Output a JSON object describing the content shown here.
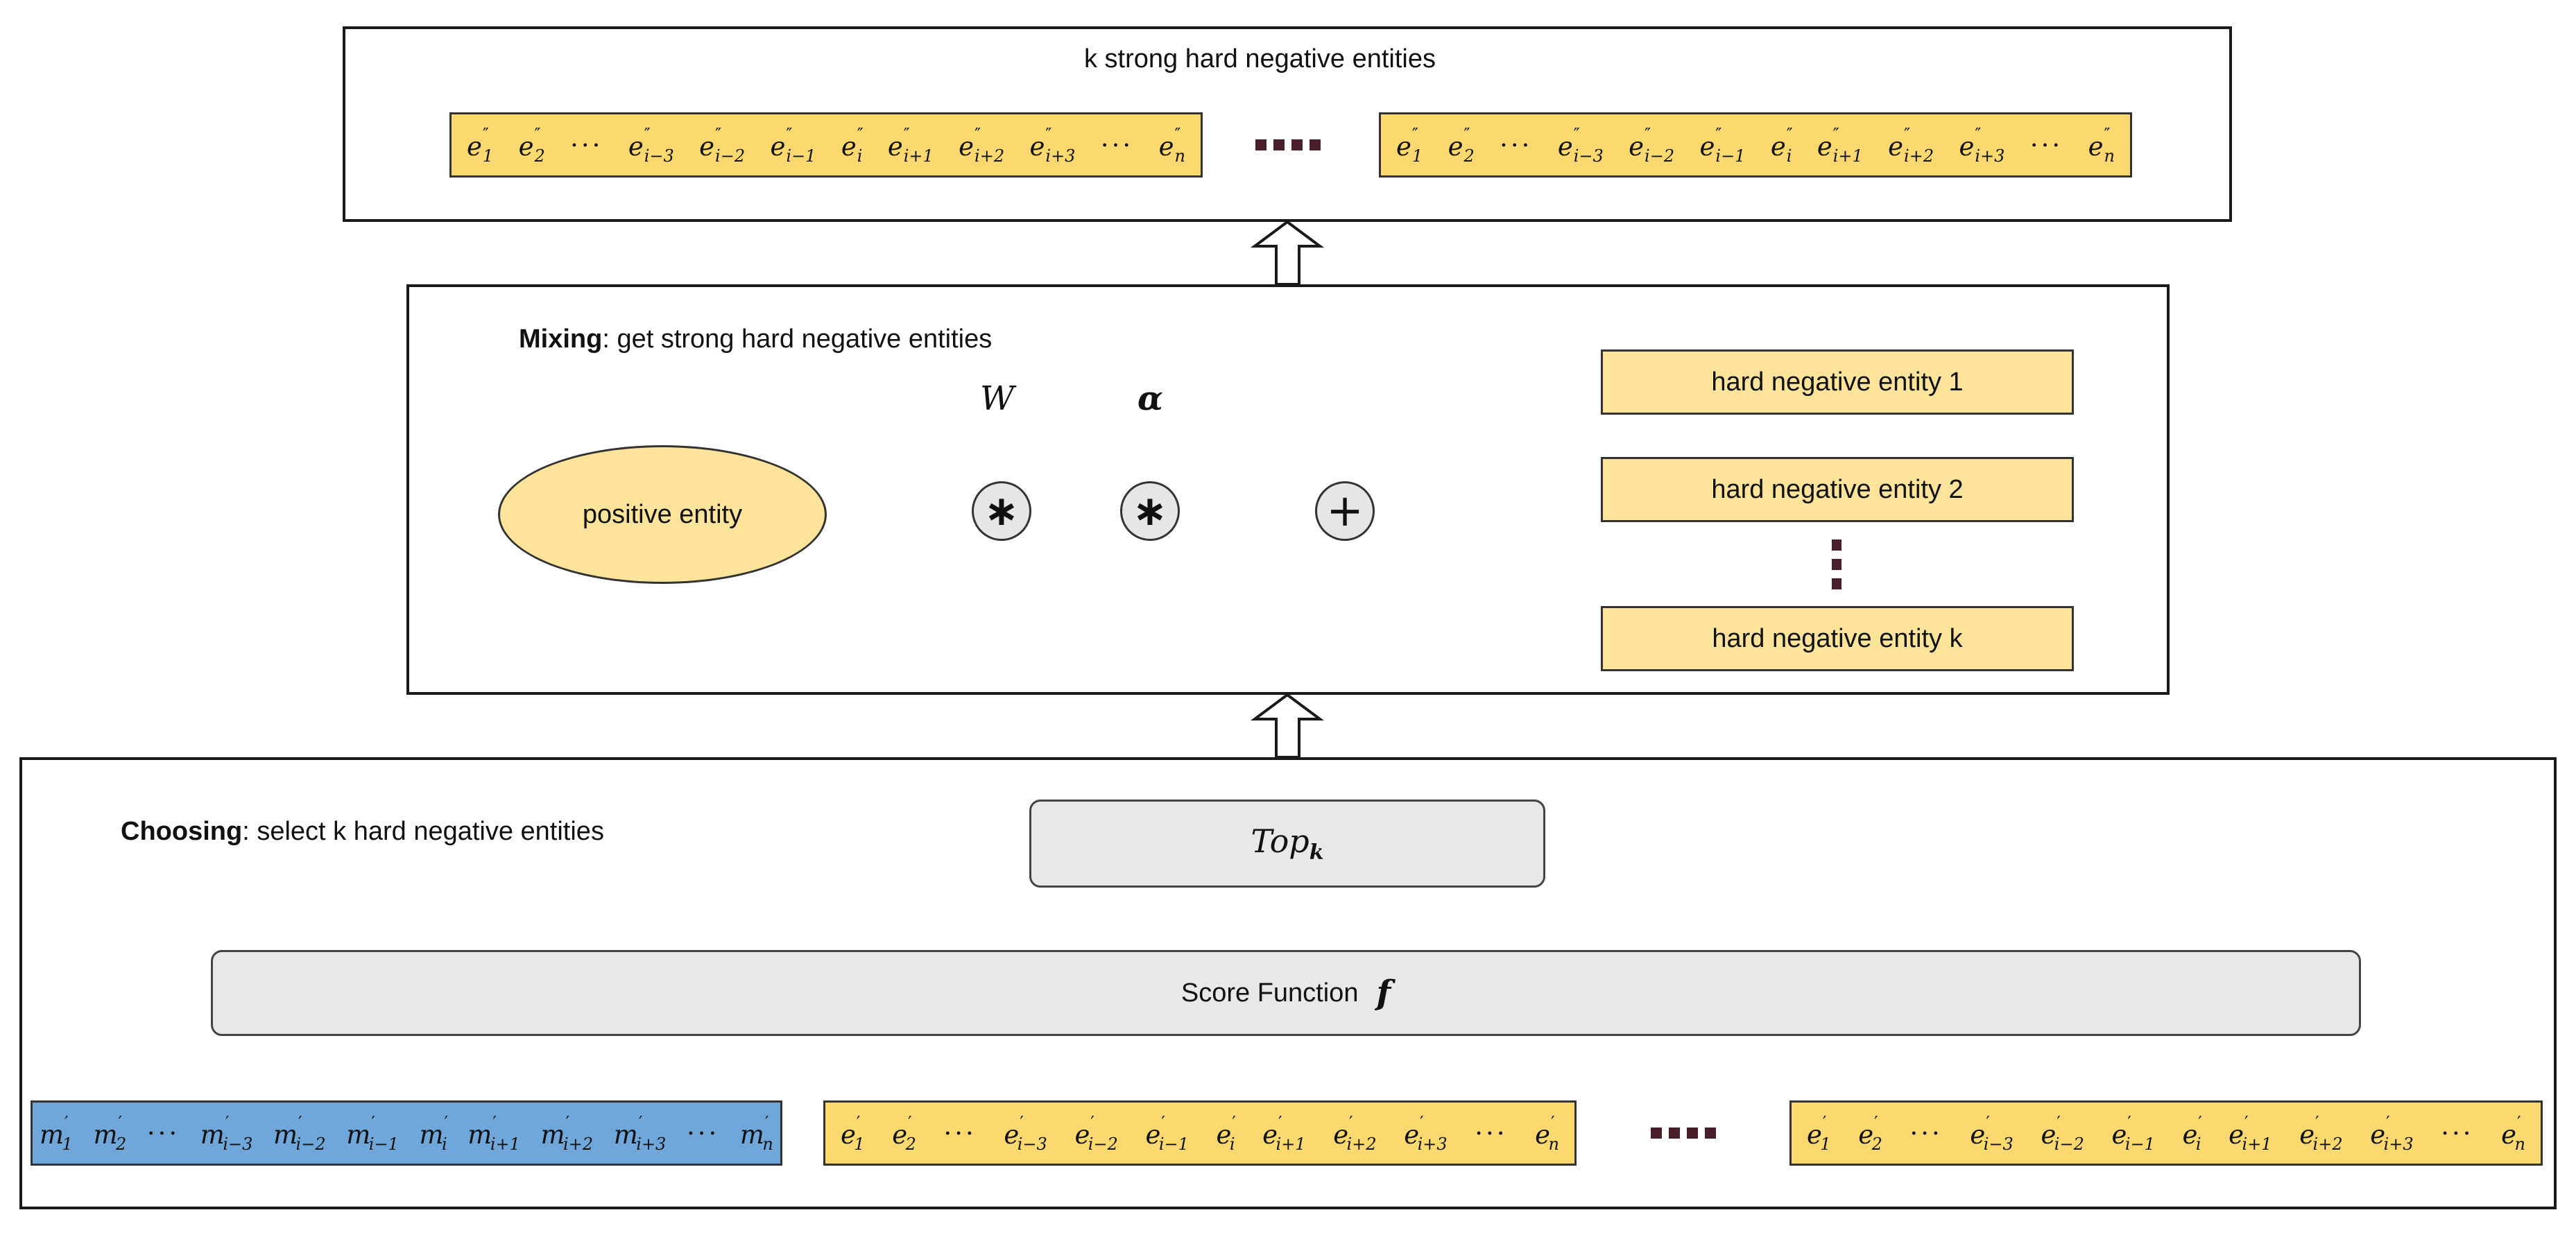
{
  "top_panel": {
    "title": "k strong hard negative entities"
  },
  "mixing": {
    "title_bold": "Mixing",
    "title_rest": ": get strong hard negative entities",
    "positive_entity": "positive entity",
    "weight_symbol": "W",
    "alpha_symbol": "α",
    "multiply_symbol": "∗",
    "add_symbol": "+",
    "hard_negatives": [
      "hard negative entity 1",
      "hard negative entity 2",
      "hard negative entity k"
    ]
  },
  "choosing": {
    "title_bold": "Choosing",
    "title_rest": ": select k hard negative entities",
    "topk_base": "Top",
    "topk_sub": "k",
    "score_function": "Score Function",
    "score_symbol": "f"
  },
  "sequences": {
    "top_e": [
      {
        "base": "e",
        "sub": "1",
        "prime": "″"
      },
      {
        "base": "e",
        "sub": "2",
        "prime": "″"
      },
      {
        "ellipsis": "···"
      },
      {
        "base": "e",
        "sub": "i−3",
        "prime": "″"
      },
      {
        "base": "e",
        "sub": "i−2",
        "prime": "″"
      },
      {
        "base": "e",
        "sub": "i−1",
        "prime": "″"
      },
      {
        "base": "e",
        "sub": "i",
        "prime": "″"
      },
      {
        "base": "e",
        "sub": "i+1",
        "prime": "″"
      },
      {
        "base": "e",
        "sub": "i+2",
        "prime": "″"
      },
      {
        "base": "e",
        "sub": "i+3",
        "prime": "″"
      },
      {
        "ellipsis": "···"
      },
      {
        "base": "e",
        "sub": "n",
        "prime": "″"
      }
    ],
    "bottom_m": [
      {
        "base": "m",
        "sub": "1",
        "prime": "′"
      },
      {
        "base": "m",
        "sub": "2",
        "prime": "′"
      },
      {
        "ellipsis": "···"
      },
      {
        "base": "m",
        "sub": "i−3",
        "prime": "′"
      },
      {
        "base": "m",
        "sub": "i−2",
        "prime": "′"
      },
      {
        "base": "m",
        "sub": "i−1",
        "prime": "′"
      },
      {
        "base": "m",
        "sub": "i",
        "prime": "′"
      },
      {
        "base": "m",
        "sub": "i+1",
        "prime": "′"
      },
      {
        "base": "m",
        "sub": "i+2",
        "prime": "′"
      },
      {
        "base": "m",
        "sub": "i+3",
        "prime": "′"
      },
      {
        "ellipsis": "···"
      },
      {
        "base": "m",
        "sub": "n",
        "prime": "′"
      }
    ],
    "bottom_e": [
      {
        "base": "e",
        "sub": "1",
        "prime": "′"
      },
      {
        "base": "e",
        "sub": "2",
        "prime": "′"
      },
      {
        "ellipsis": "···"
      },
      {
        "base": "e",
        "sub": "i−3",
        "prime": "′"
      },
      {
        "base": "e",
        "sub": "i−2",
        "prime": "′"
      },
      {
        "base": "e",
        "sub": "i−1",
        "prime": "′"
      },
      {
        "base": "e",
        "sub": "i",
        "prime": "′"
      },
      {
        "base": "e",
        "sub": "i+1",
        "prime": "′"
      },
      {
        "base": "e",
        "sub": "i+2",
        "prime": "′"
      },
      {
        "base": "e",
        "sub": "i+3",
        "prime": "′"
      },
      {
        "ellipsis": "···"
      },
      {
        "base": "e",
        "sub": "n",
        "prime": "′"
      }
    ]
  },
  "colors": {
    "entity_yellow": "#fcd96e",
    "box_yellow": "#fde49a",
    "mention_blue": "#6fa7db",
    "box_gray": "#e7e8ea",
    "dot_maroon": "#4a1e28"
  }
}
